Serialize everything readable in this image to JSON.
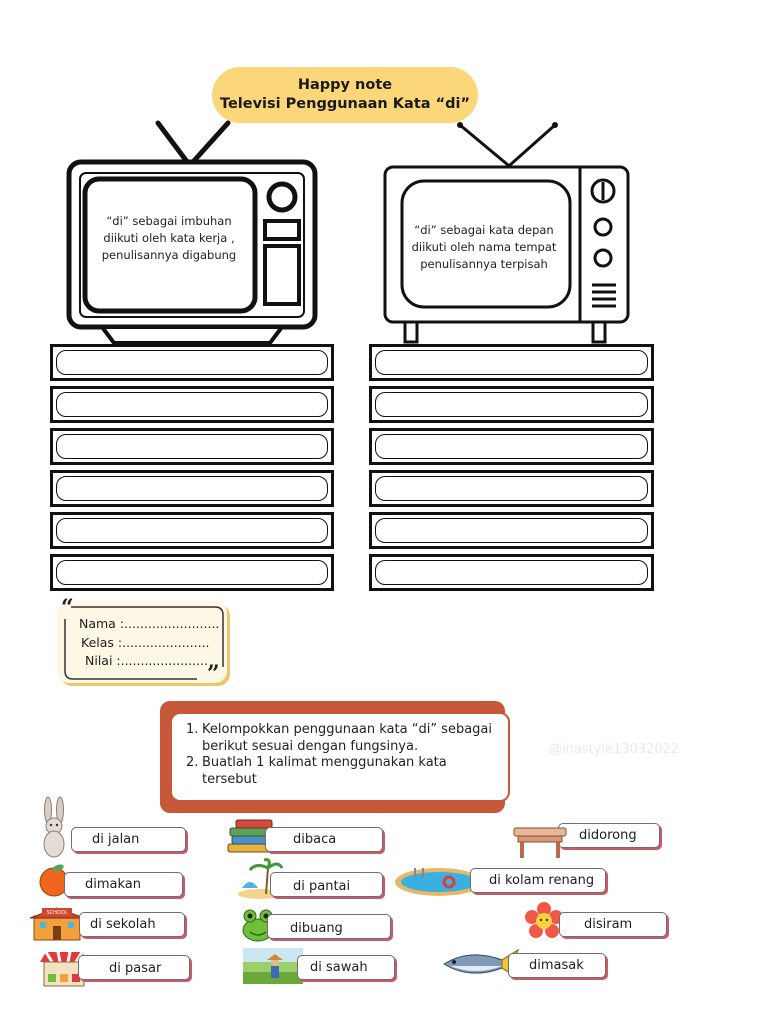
{
  "header": {
    "line1": "Happy note",
    "line2": "Televisi  Penggunaan Kata “di”"
  },
  "tv_left": {
    "lines": [
      "“di” sebagai imbuhan",
      "diikuti oleh kata kerja ,",
      "penulisannya digabung"
    ]
  },
  "tv_right": {
    "lines": [
      "“di” sebagai kata depan",
      "diikuti oleh nama tempat",
      "penulisannya terpisah"
    ]
  },
  "name_card": {
    "nama": "Nama :........................",
    "kelas": "Kelas :......................",
    "nilai": "Nilai :......................",
    "open_quote": "“",
    "close_quote": "”"
  },
  "instructions": [
    {
      "num": "1.",
      "text": "Kelompokkan penggunaan kata “di” sebagai berikut sesuai dengan fungsinya."
    },
    {
      "num": "2.",
      "text": "Buatlah 1 kalimat menggunakan kata tersebut"
    }
  ],
  "watermark": "@inastyle13032022",
  "words": [
    {
      "id": "di-jalan",
      "label": "di jalan",
      "icon": "rabbit-icon"
    },
    {
      "id": "dibaca",
      "label": "dibaca",
      "icon": "books-icon"
    },
    {
      "id": "didorong",
      "label": "didorong",
      "icon": "table-icon"
    },
    {
      "id": "dimakan",
      "label": "dimakan",
      "icon": "orange-icon"
    },
    {
      "id": "di-pantai",
      "label": "di pantai",
      "icon": "beach-icon"
    },
    {
      "id": "di-kolam-renang",
      "label": "di kolam renang",
      "icon": "pool-icon"
    },
    {
      "id": "di-sekolah",
      "label": "di sekolah",
      "icon": "school-icon",
      "sign": "SCHOOL"
    },
    {
      "id": "dibuang",
      "label": "dibuang",
      "icon": "frog-icon"
    },
    {
      "id": "disiram",
      "label": "disiram",
      "icon": "flower-icon"
    },
    {
      "id": "di-pasar",
      "label": "di pasar",
      "icon": "market-icon"
    },
    {
      "id": "di-sawah",
      "label": "di sawah",
      "icon": "farmer-icon"
    },
    {
      "id": "dimasak",
      "label": "dimasak",
      "icon": "fish-icon"
    }
  ],
  "colors": {
    "title_pill": "#fbd77a",
    "instruction_accent": "#c7583a",
    "chip_shadow": "#c95a6a"
  }
}
